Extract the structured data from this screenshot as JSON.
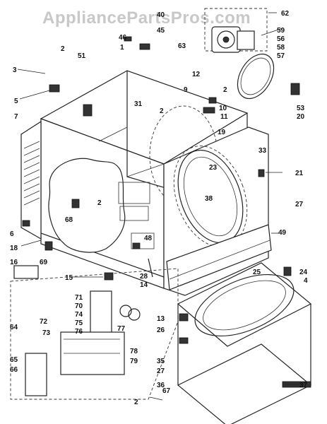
{
  "watermark": "AppliancePartsPros.com",
  "callouts": [
    "62",
    "1",
    "40",
    "45",
    "46",
    "63",
    "2",
    "51",
    "3",
    "5",
    "7",
    "31",
    "12",
    "59",
    "56",
    "58",
    "57",
    "2",
    "9",
    "10",
    "11",
    "19",
    "53",
    "20",
    "33",
    "2",
    "23",
    "38",
    "21",
    "27",
    "2",
    "68",
    "6",
    "18",
    "16",
    "69",
    "49",
    "48",
    "15",
    "28",
    "14",
    "25",
    "24",
    "4",
    "71",
    "70",
    "72",
    "74",
    "64",
    "75",
    "76",
    "73",
    "77",
    "13",
    "26",
    "65",
    "66",
    "78",
    "79",
    "35",
    "27",
    "36",
    "67",
    "2",
    "37"
  ]
}
